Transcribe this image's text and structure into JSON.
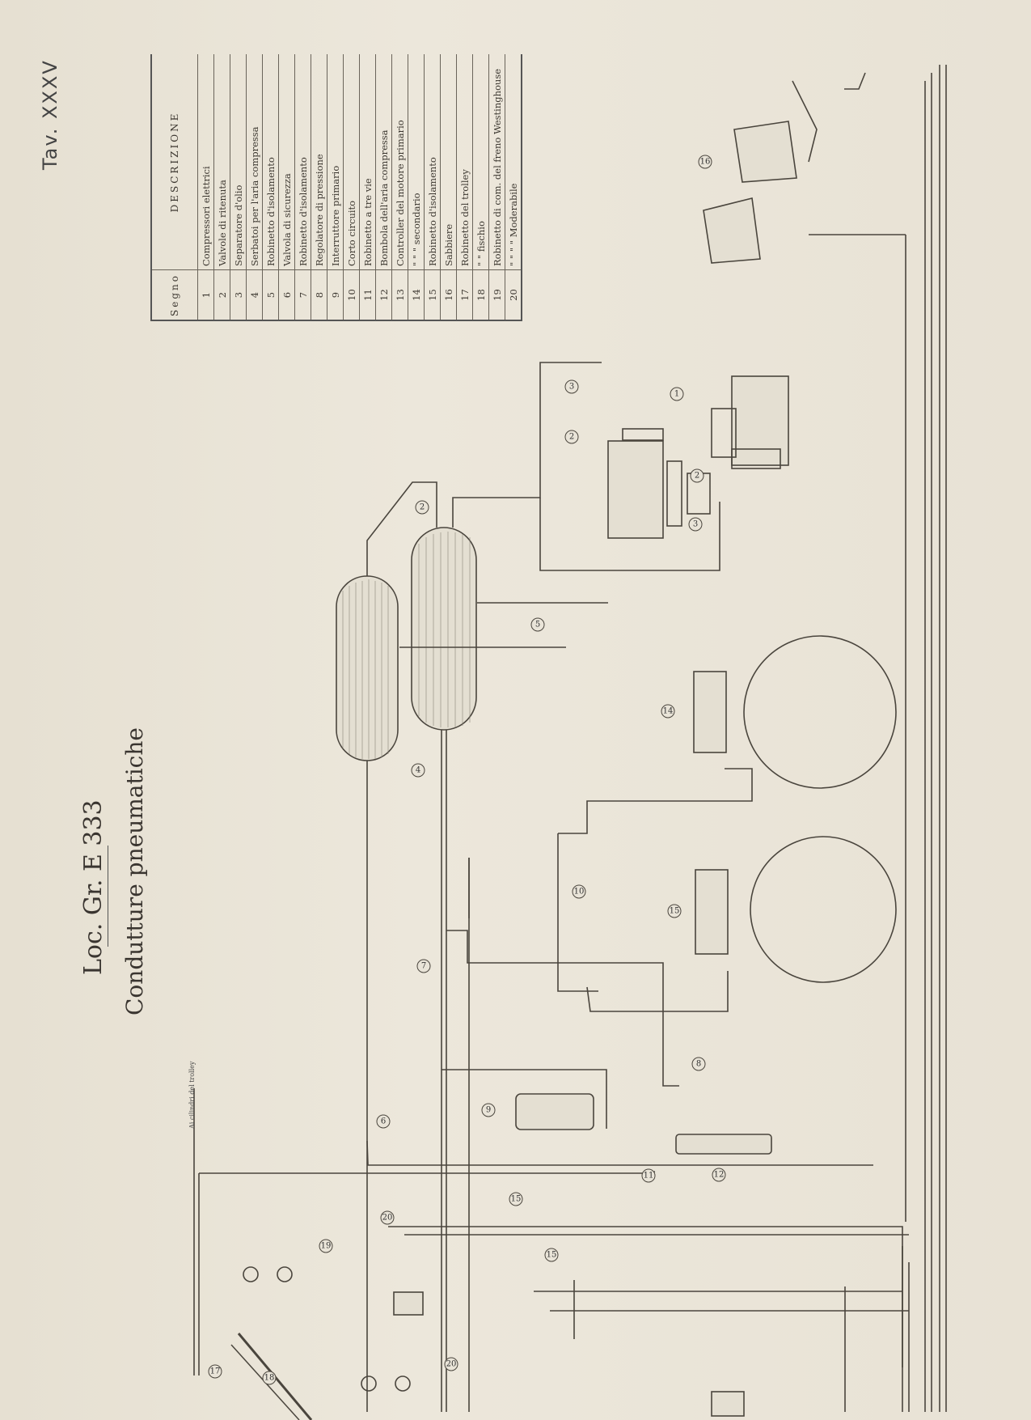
{
  "plate_number": "Tav. XXXV",
  "title": "Loc. Gr. E 333",
  "subtitle": "Condutture pneumatiche",
  "legend": {
    "col_segno": "Segno",
    "col_descrizione": "DESCRIZIONE",
    "rows": [
      {
        "n": "1",
        "d": "Compressori elettrici"
      },
      {
        "n": "2",
        "d": "Valvole di ritenuta"
      },
      {
        "n": "3",
        "d": "Separatore d'olio"
      },
      {
        "n": "4",
        "d": "Serbatoi per l'aria compressa"
      },
      {
        "n": "5",
        "d": "Robinetto d'isolamento"
      },
      {
        "n": "6",
        "d": "Valvola di sicurezza"
      },
      {
        "n": "7",
        "d": "Robinetto d'isolamento"
      },
      {
        "n": "8",
        "d": "Regolatore di pressione"
      },
      {
        "n": "9",
        "d": "Interruttore primario"
      },
      {
        "n": "10",
        "d": "Corto circuito"
      },
      {
        "n": "11",
        "d": "Robinetto a tre vie"
      },
      {
        "n": "12",
        "d": "Bombola dell'aria compressa"
      },
      {
        "n": "13",
        "d": "Controller del motore primario"
      },
      {
        "n": "14",
        "d": "\"      \"      \"   secondario"
      },
      {
        "n": "15",
        "d": "Robinetto d'isolamento"
      },
      {
        "n": "16",
        "d": "Sabbiere"
      },
      {
        "n": "17",
        "d": "Robinetto del trolley"
      },
      {
        "n": "18",
        "d": "\"     \" fischio"
      },
      {
        "n": "19",
        "d": "Robinetto di com. del freno Westinghouse"
      },
      {
        "n": "20",
        "d": "\"     \"     \"     \"     Moderabile"
      }
    ]
  },
  "annotation_trolley": "Ai cilindri del trolley",
  "callouts": [
    "1",
    "2",
    "3",
    "4",
    "5",
    "6",
    "7",
    "8",
    "9",
    "10",
    "11",
    "12",
    "14",
    "15",
    "16",
    "17",
    "18",
    "19",
    "20"
  ]
}
